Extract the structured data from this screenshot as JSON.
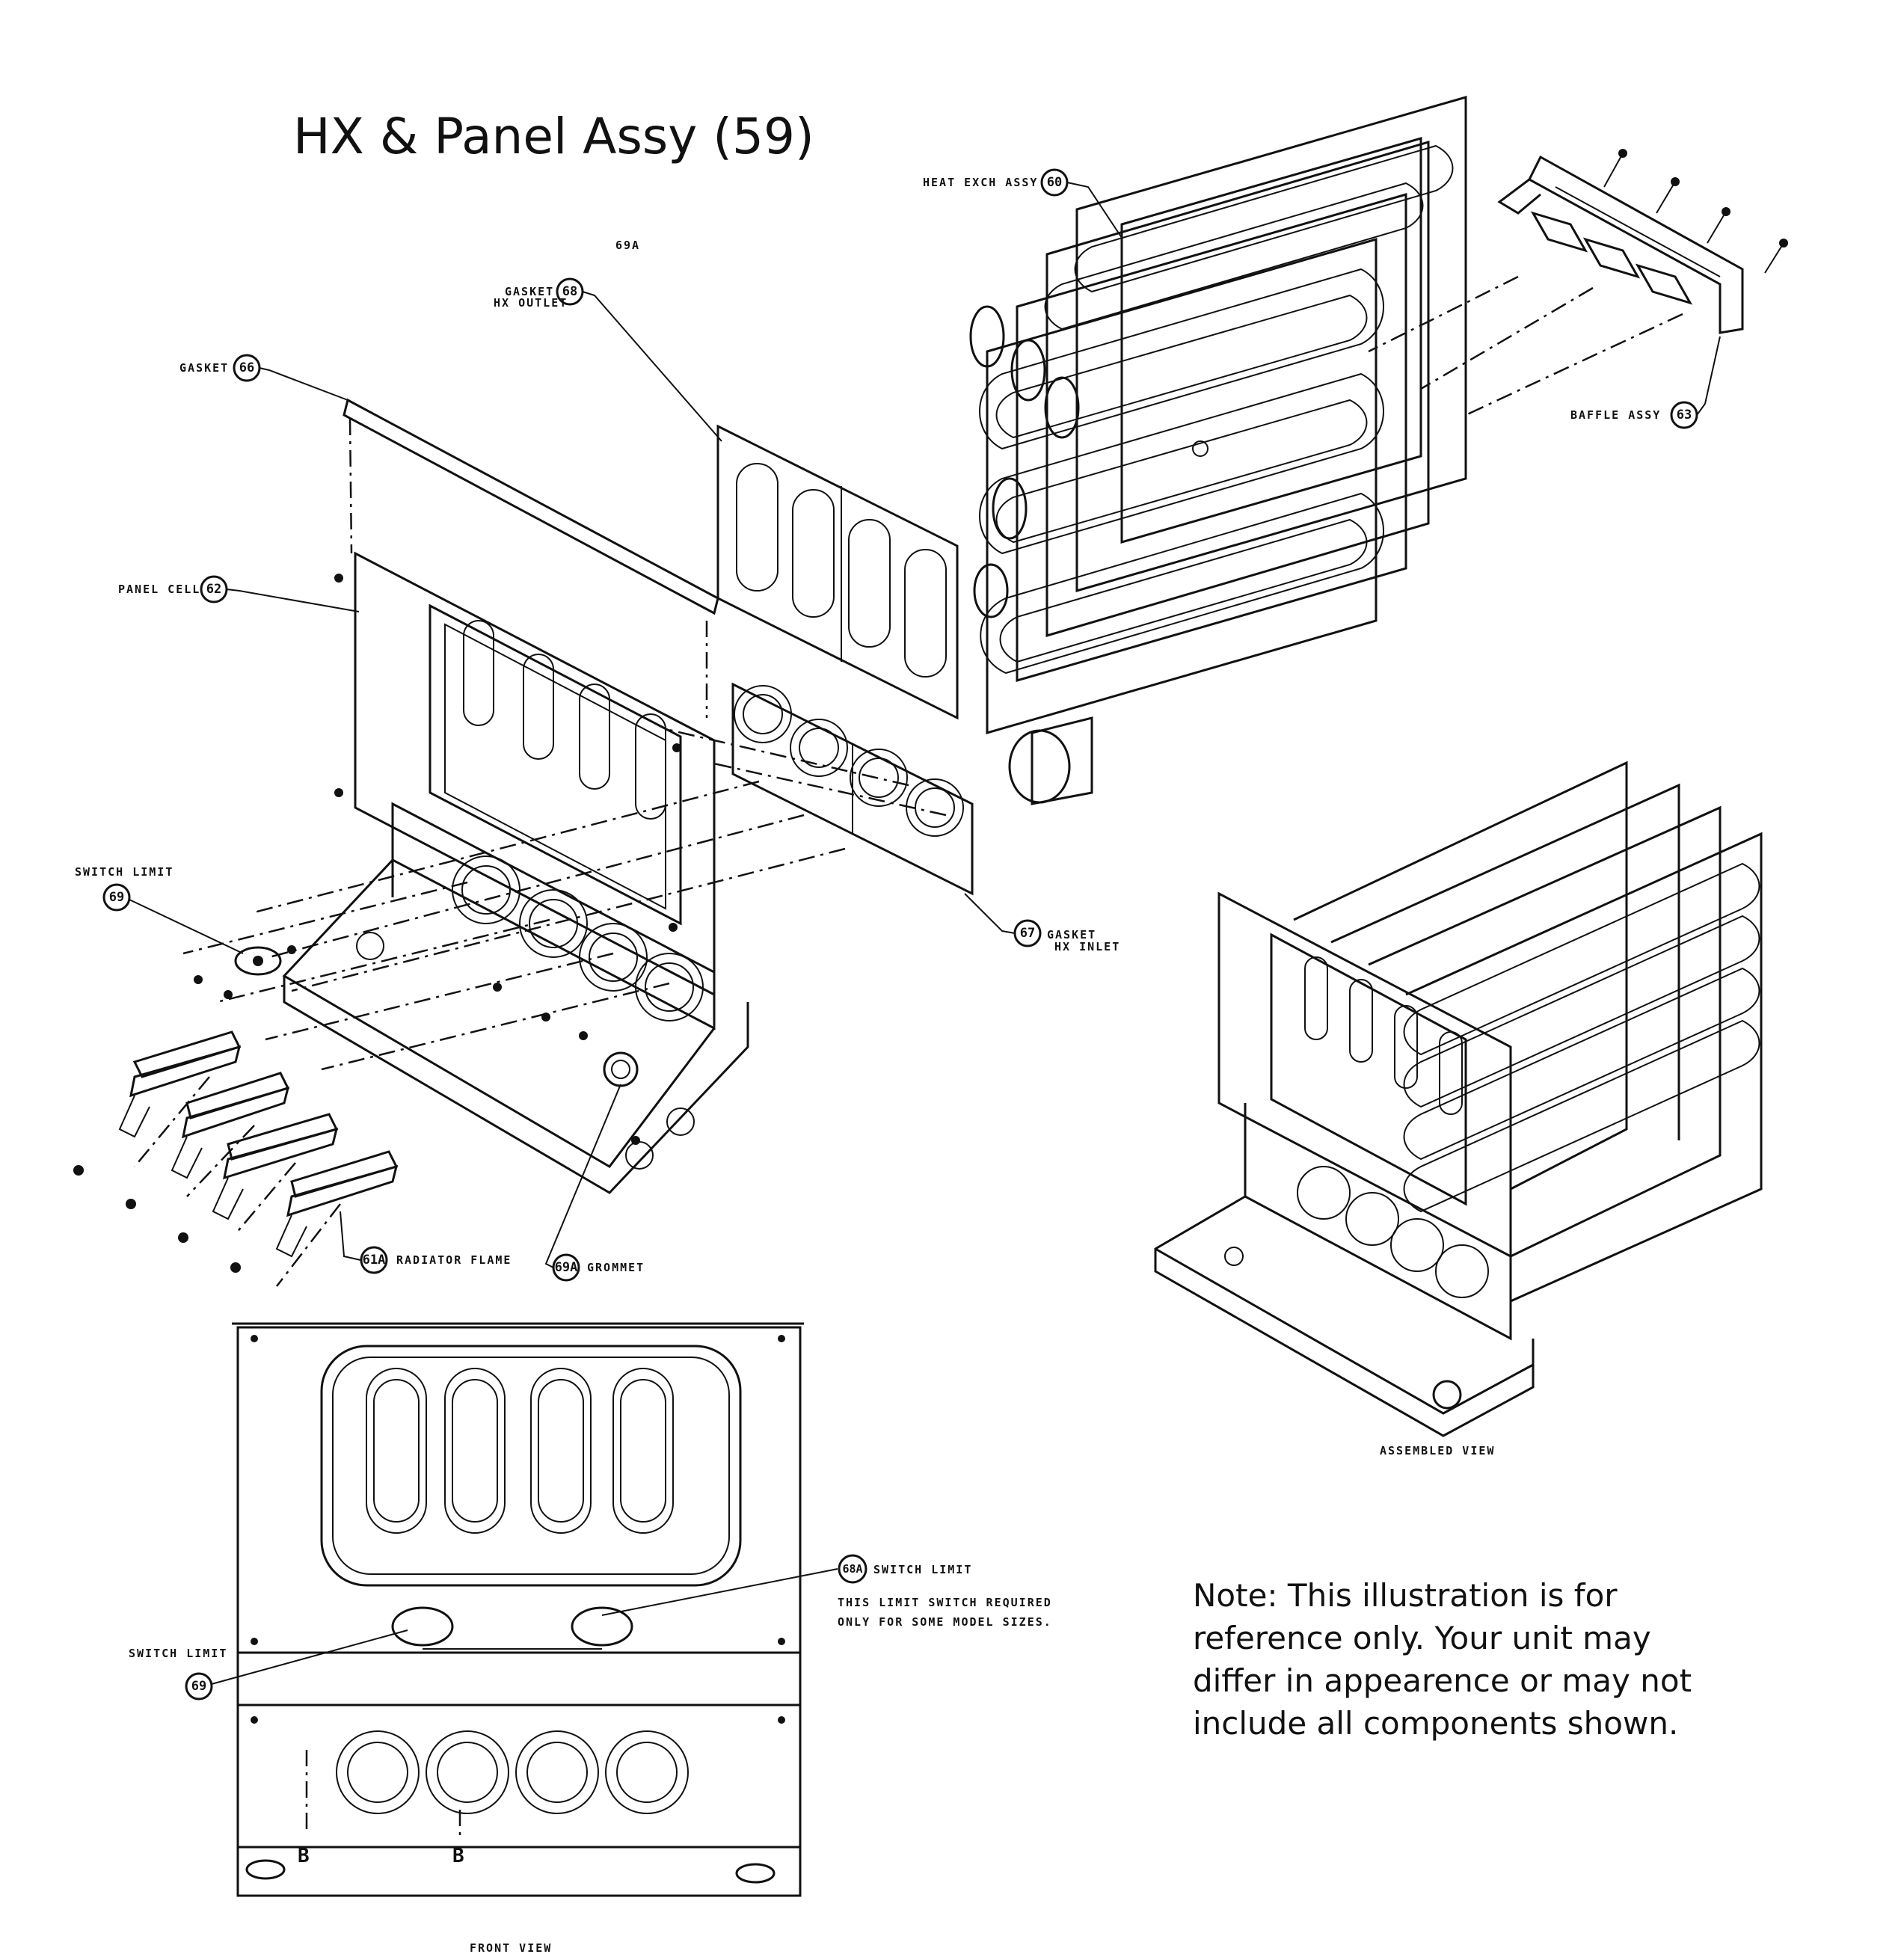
{
  "title": "HX & Panel Assy (59)",
  "note_lines": [
    "Note: This illustration is for",
    "reference only. Your unit may",
    "differ in appearence or may not",
    "include all components shown."
  ],
  "callouts": {
    "heat_exch": {
      "label": "HEAT EXCH ASSY",
      "num": "60"
    },
    "gasket_hx_outlet": {
      "label1": "GASKET",
      "label2": "HX OUTLET",
      "num": "68"
    },
    "gasket_66": {
      "label": "GASKET",
      "num": "66"
    },
    "panel_cell": {
      "label": "PANEL CELL",
      "num": "62"
    },
    "baffle": {
      "label": "BAFFLE ASSY",
      "num": "63"
    },
    "switch_limit_top": {
      "label": "SWITCH LIMIT",
      "num": "69"
    },
    "gasket_hx_inlet": {
      "num": "67",
      "label1": "GASKET",
      "label2": "HX INLET"
    },
    "radiator_flame": {
      "num": "61A",
      "label": "RADIATOR FLAME"
    },
    "grommet": {
      "num": "69A",
      "label": "GROMMET"
    },
    "stray_69a": "69A",
    "switch_limit_68a": {
      "num": "68A",
      "label": "SWITCH LIMIT",
      "note1": "THIS LIMIT SWITCH REQUIRED",
      "note2": "ONLY FOR SOME MODEL SIZES."
    },
    "switch_limit_front": {
      "label": "SWITCH LIMIT",
      "num": "69"
    }
  },
  "view_labels": {
    "assembled": "ASSEMBLED VIEW",
    "front": "FRONT VIEW",
    "section_b_left": "B",
    "section_b_right": "B"
  }
}
